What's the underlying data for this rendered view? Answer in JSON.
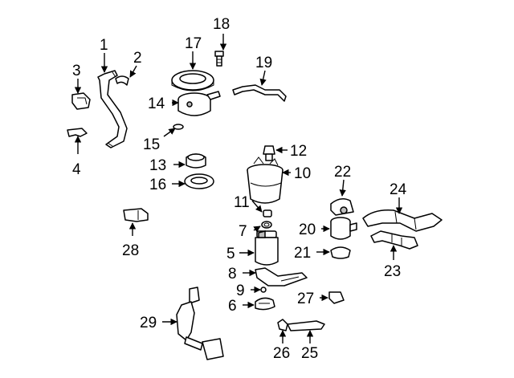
{
  "diagram": {
    "title": "Fuel pump assembly exploded view",
    "callouts": [
      "1",
      "2",
      "3",
      "4",
      "5",
      "6",
      "7",
      "8",
      "9",
      "10",
      "11",
      "12",
      "13",
      "14",
      "15",
      "16",
      "17",
      "18",
      "19",
      "20",
      "21",
      "22",
      "23",
      "24",
      "25",
      "26",
      "27",
      "28",
      "29"
    ]
  }
}
